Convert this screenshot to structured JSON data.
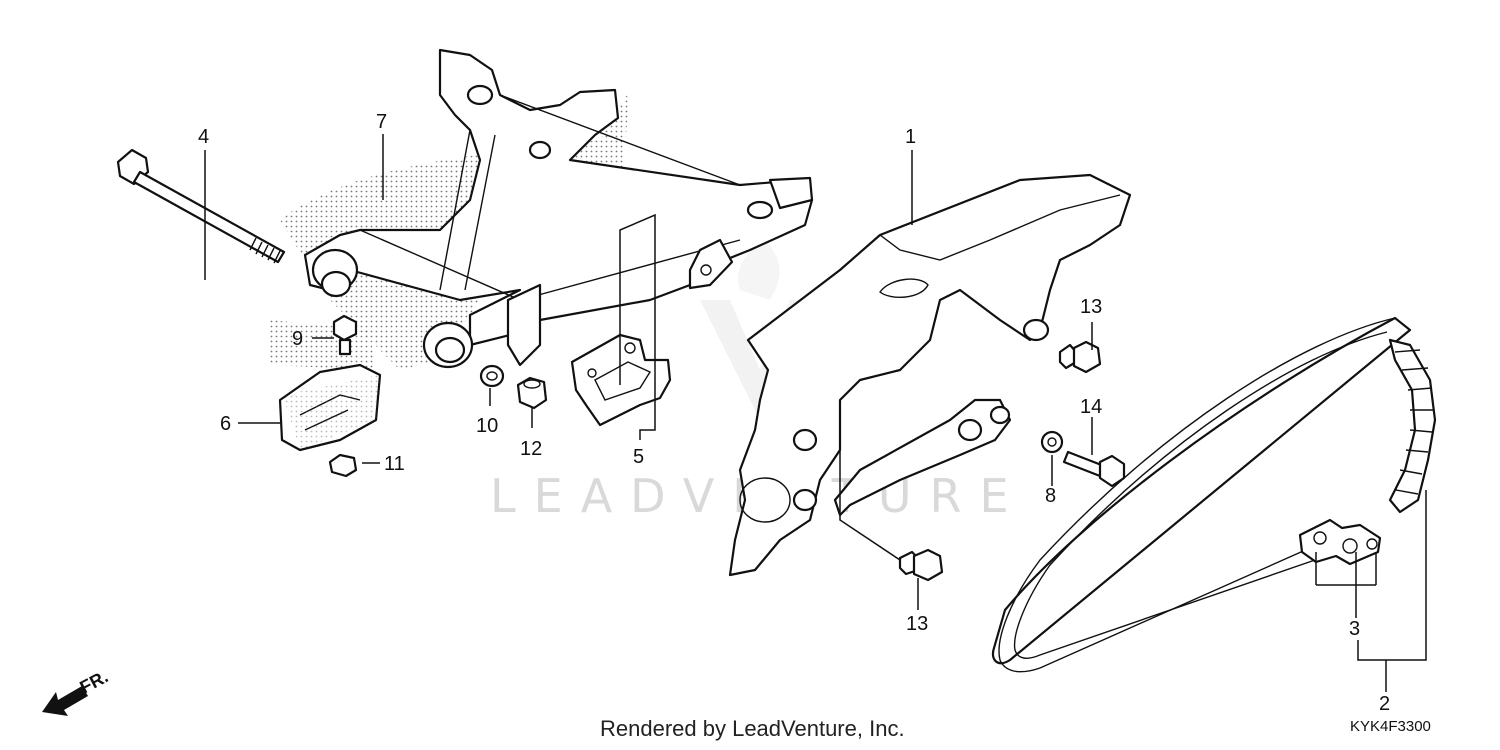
{
  "watermark": "LEADVENTURE",
  "direction_label": "FR.",
  "footer": "Rendered by LeadVenture, Inc.",
  "diagram_code": "KYK4F3300",
  "callouts": {
    "c1": "1",
    "c2": "2",
    "c3": "3",
    "c4": "4",
    "c5": "5",
    "c6": "6",
    "c7": "7",
    "c8": "8",
    "c9": "9",
    "c10": "10",
    "c11": "11",
    "c12": "12",
    "c13a": "13",
    "c13b": "13",
    "c14": "14"
  }
}
